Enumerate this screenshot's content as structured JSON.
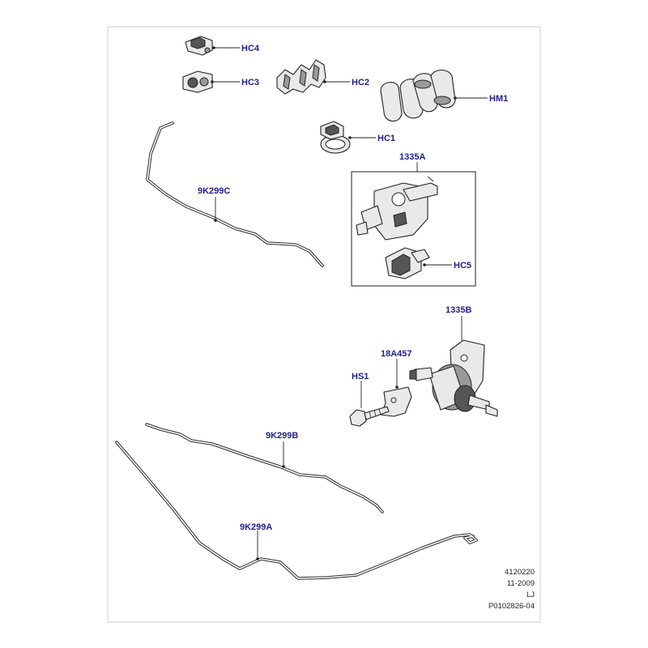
{
  "labels": {
    "hc4": "HC4",
    "hc3": "HC3",
    "hc2": "HC2",
    "hm1": "HM1",
    "hc1": "HC1",
    "p1335a": "1335A",
    "hc5": "HC5",
    "p9k299c": "9K299C",
    "p1335b": "1335B",
    "p18a457": "18A457",
    "hs1": "HS1",
    "p9k299b": "9K299B",
    "p9k299a": "9K299A"
  },
  "footer": {
    "code": "4120220",
    "date": "11-2009",
    "initials": "LJ",
    "drawing_ref": "P0102826-04"
  },
  "colors": {
    "callout_text": "#1f1f8f",
    "line": "#222222",
    "background": "#ffffff"
  }
}
